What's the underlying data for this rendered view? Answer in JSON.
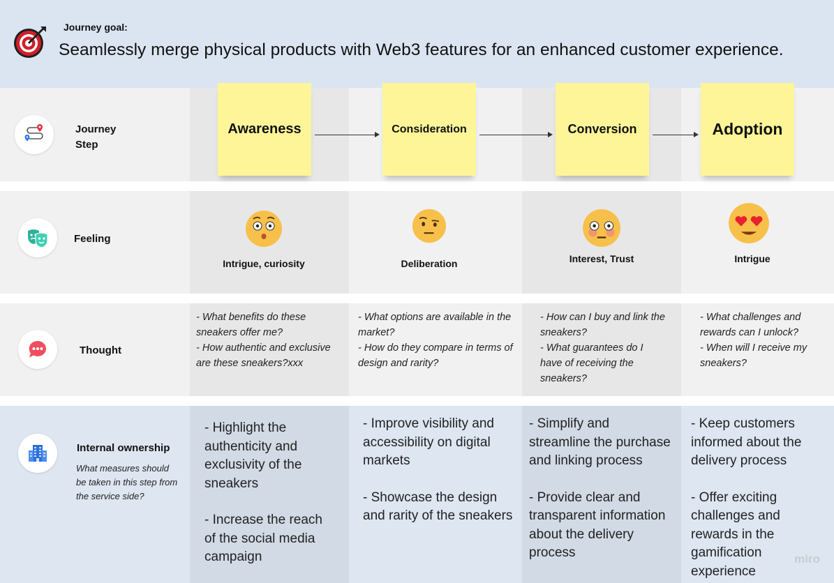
{
  "header": {
    "goal_label": "Journey goal:",
    "goal_text": "Seamlessly merge physical products with Web3 features for an enhanced customer experience."
  },
  "rows": {
    "journey_step": {
      "label": "Journey Step",
      "icon": "route-map-icon"
    },
    "feeling": {
      "label": "Feeling",
      "icon": "theater-masks-icon"
    },
    "thought": {
      "label": "Thought",
      "icon": "chat-bubble-icon"
    },
    "ownership": {
      "label": "Internal ownership",
      "sublabel": "What measures should be taken in this step from the service side?",
      "icon": "office-building-icon"
    }
  },
  "stages": [
    {
      "step": "Awareness",
      "feeling": "Intrigue, curiosity",
      "emoji": "surprised-face-icon",
      "thoughts": [
        "- What benefits do these sneakers offer me?",
        "- How authentic and exclusive are these sneakers?xxx"
      ],
      "ownership": [
        "- Highlight the authenticity and exclusivity of the sneakers",
        "- Increase the reach of the social media campaign"
      ]
    },
    {
      "step": "Consideration",
      "feeling": "Deliberation",
      "emoji": "raised-eyebrow-face-icon",
      "thoughts": [
        "- What options are available in the market?",
        "- How do they compare in terms of design and rarity?"
      ],
      "ownership": [
        "- Improve visibility and accessibility on digital markets",
        "- Showcase the design and rarity of the sneakers"
      ]
    },
    {
      "step": "Conversion",
      "feeling": "Interest, Trust",
      "emoji": "flushed-face-icon",
      "thoughts": [
        "- How can I buy and link the sneakers?",
        "- What guarantees do I have of receiving the sneakers?"
      ],
      "ownership": [
        "- Simplify and streamline the purchase and linking process",
        "- Provide clear and transparent information about the delivery process"
      ]
    },
    {
      "step": "Adoption",
      "feeling": "Intrigue",
      "emoji": "heart-eyes-face-icon",
      "thoughts": [
        "- What challenges and rewards can I unlock?",
        "- When will I receive my sneakers?"
      ],
      "ownership": [
        "- Keep customers informed about the delivery process",
        "- Offer exciting challenges and rewards in the gamification experience"
      ]
    }
  ],
  "watermark": "miro",
  "colors": {
    "sticky": "#fdf598",
    "header_bg": "#dbe5f1",
    "emoji_yellow": "#f7c04a",
    "target_red": "#d0202a"
  }
}
